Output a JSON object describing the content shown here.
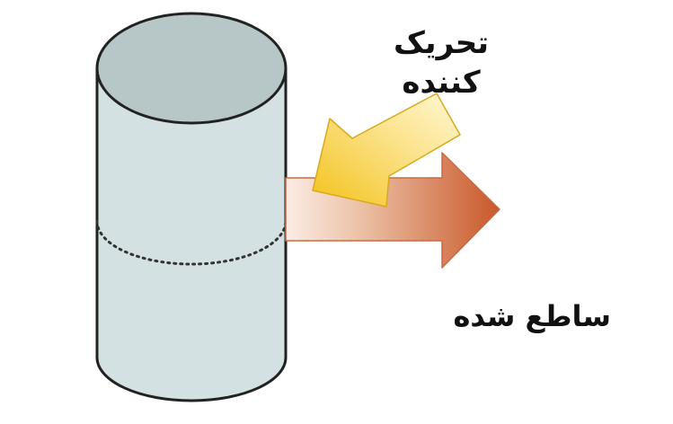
{
  "labels": {
    "stimulating_line1": "تحریک",
    "stimulating_line2": "کننده",
    "emitted": "ساطع شده"
  },
  "colors": {
    "cylinder_body": "#d3e1e3",
    "cylinder_top": "#b7c7c8",
    "outline": "#222222",
    "incoming_arrow_light": "#fff6c8",
    "incoming_arrow_dark": "#f3c21a",
    "emitted_arrow_light": "#fbece4",
    "emitted_arrow_dark": "#c9582a"
  }
}
